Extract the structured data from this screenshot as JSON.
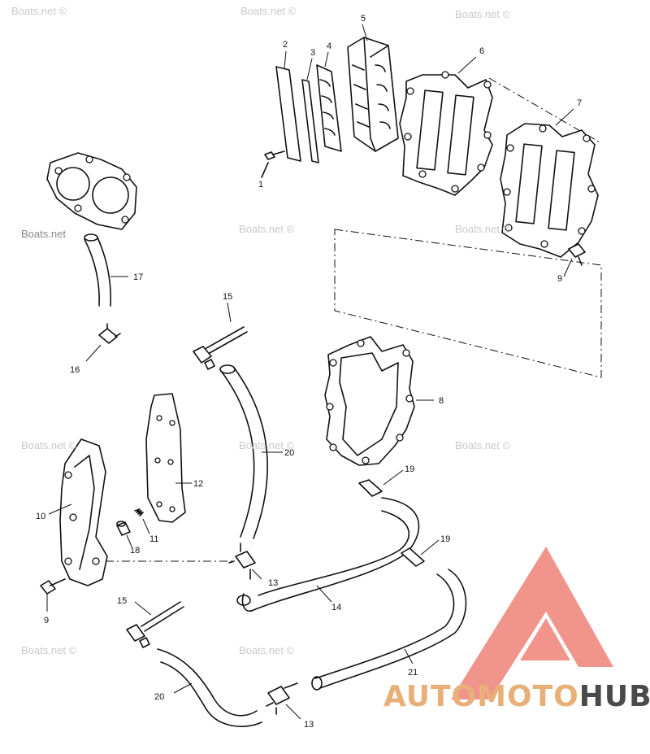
{
  "watermark": "Boats.net ©",
  "watermark_short": "Boats.net",
  "logo": {
    "part1": "AUTOMOTO",
    "part2": "HUB",
    "color_a": "#e8b078",
    "color_b": "#4a4a4a",
    "triangle_color": "#f08a80"
  },
  "callouts": [
    "1",
    "2",
    "3",
    "4",
    "5",
    "6",
    "7",
    "8",
    "9",
    "9",
    "10",
    "11",
    "12",
    "13",
    "13",
    "14",
    "15",
    "15",
    "16",
    "17",
    "18",
    "19",
    "19",
    "20",
    "20",
    "21"
  ]
}
